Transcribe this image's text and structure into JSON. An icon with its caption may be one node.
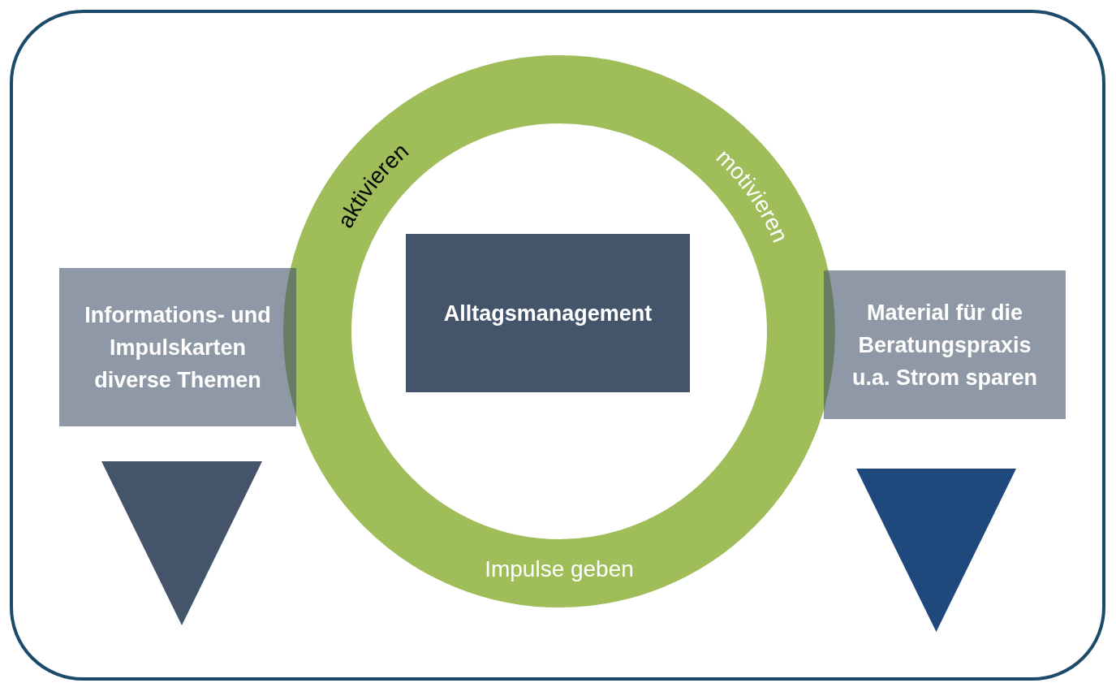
{
  "diagram": {
    "nodes": [
      {
        "text": [],
        "shape": "box"
      },
      {
        "text": [
          "aktivieren",
          "motivieren",
          "Impulse geben"
        ],
        "in": 0
      },
      {
        "text": [
          "Alltagsmanagement"
        ],
        "in": 1
      },
      {
        "text": [
          "Informations- und Impulskarten diverse Themen"
        ],
        "in": 0
      },
      {
        "text": [
          "Material für die Beratungspraxis u.a. Strom sparen"
        ],
        "in": 0
      },
      {
        "text": [],
        "shape": "triangle",
        "in": 0
      },
      {
        "text": [],
        "shape": "triangle",
        "in": 0
      }
    ],
    "edges": []
  }
}
